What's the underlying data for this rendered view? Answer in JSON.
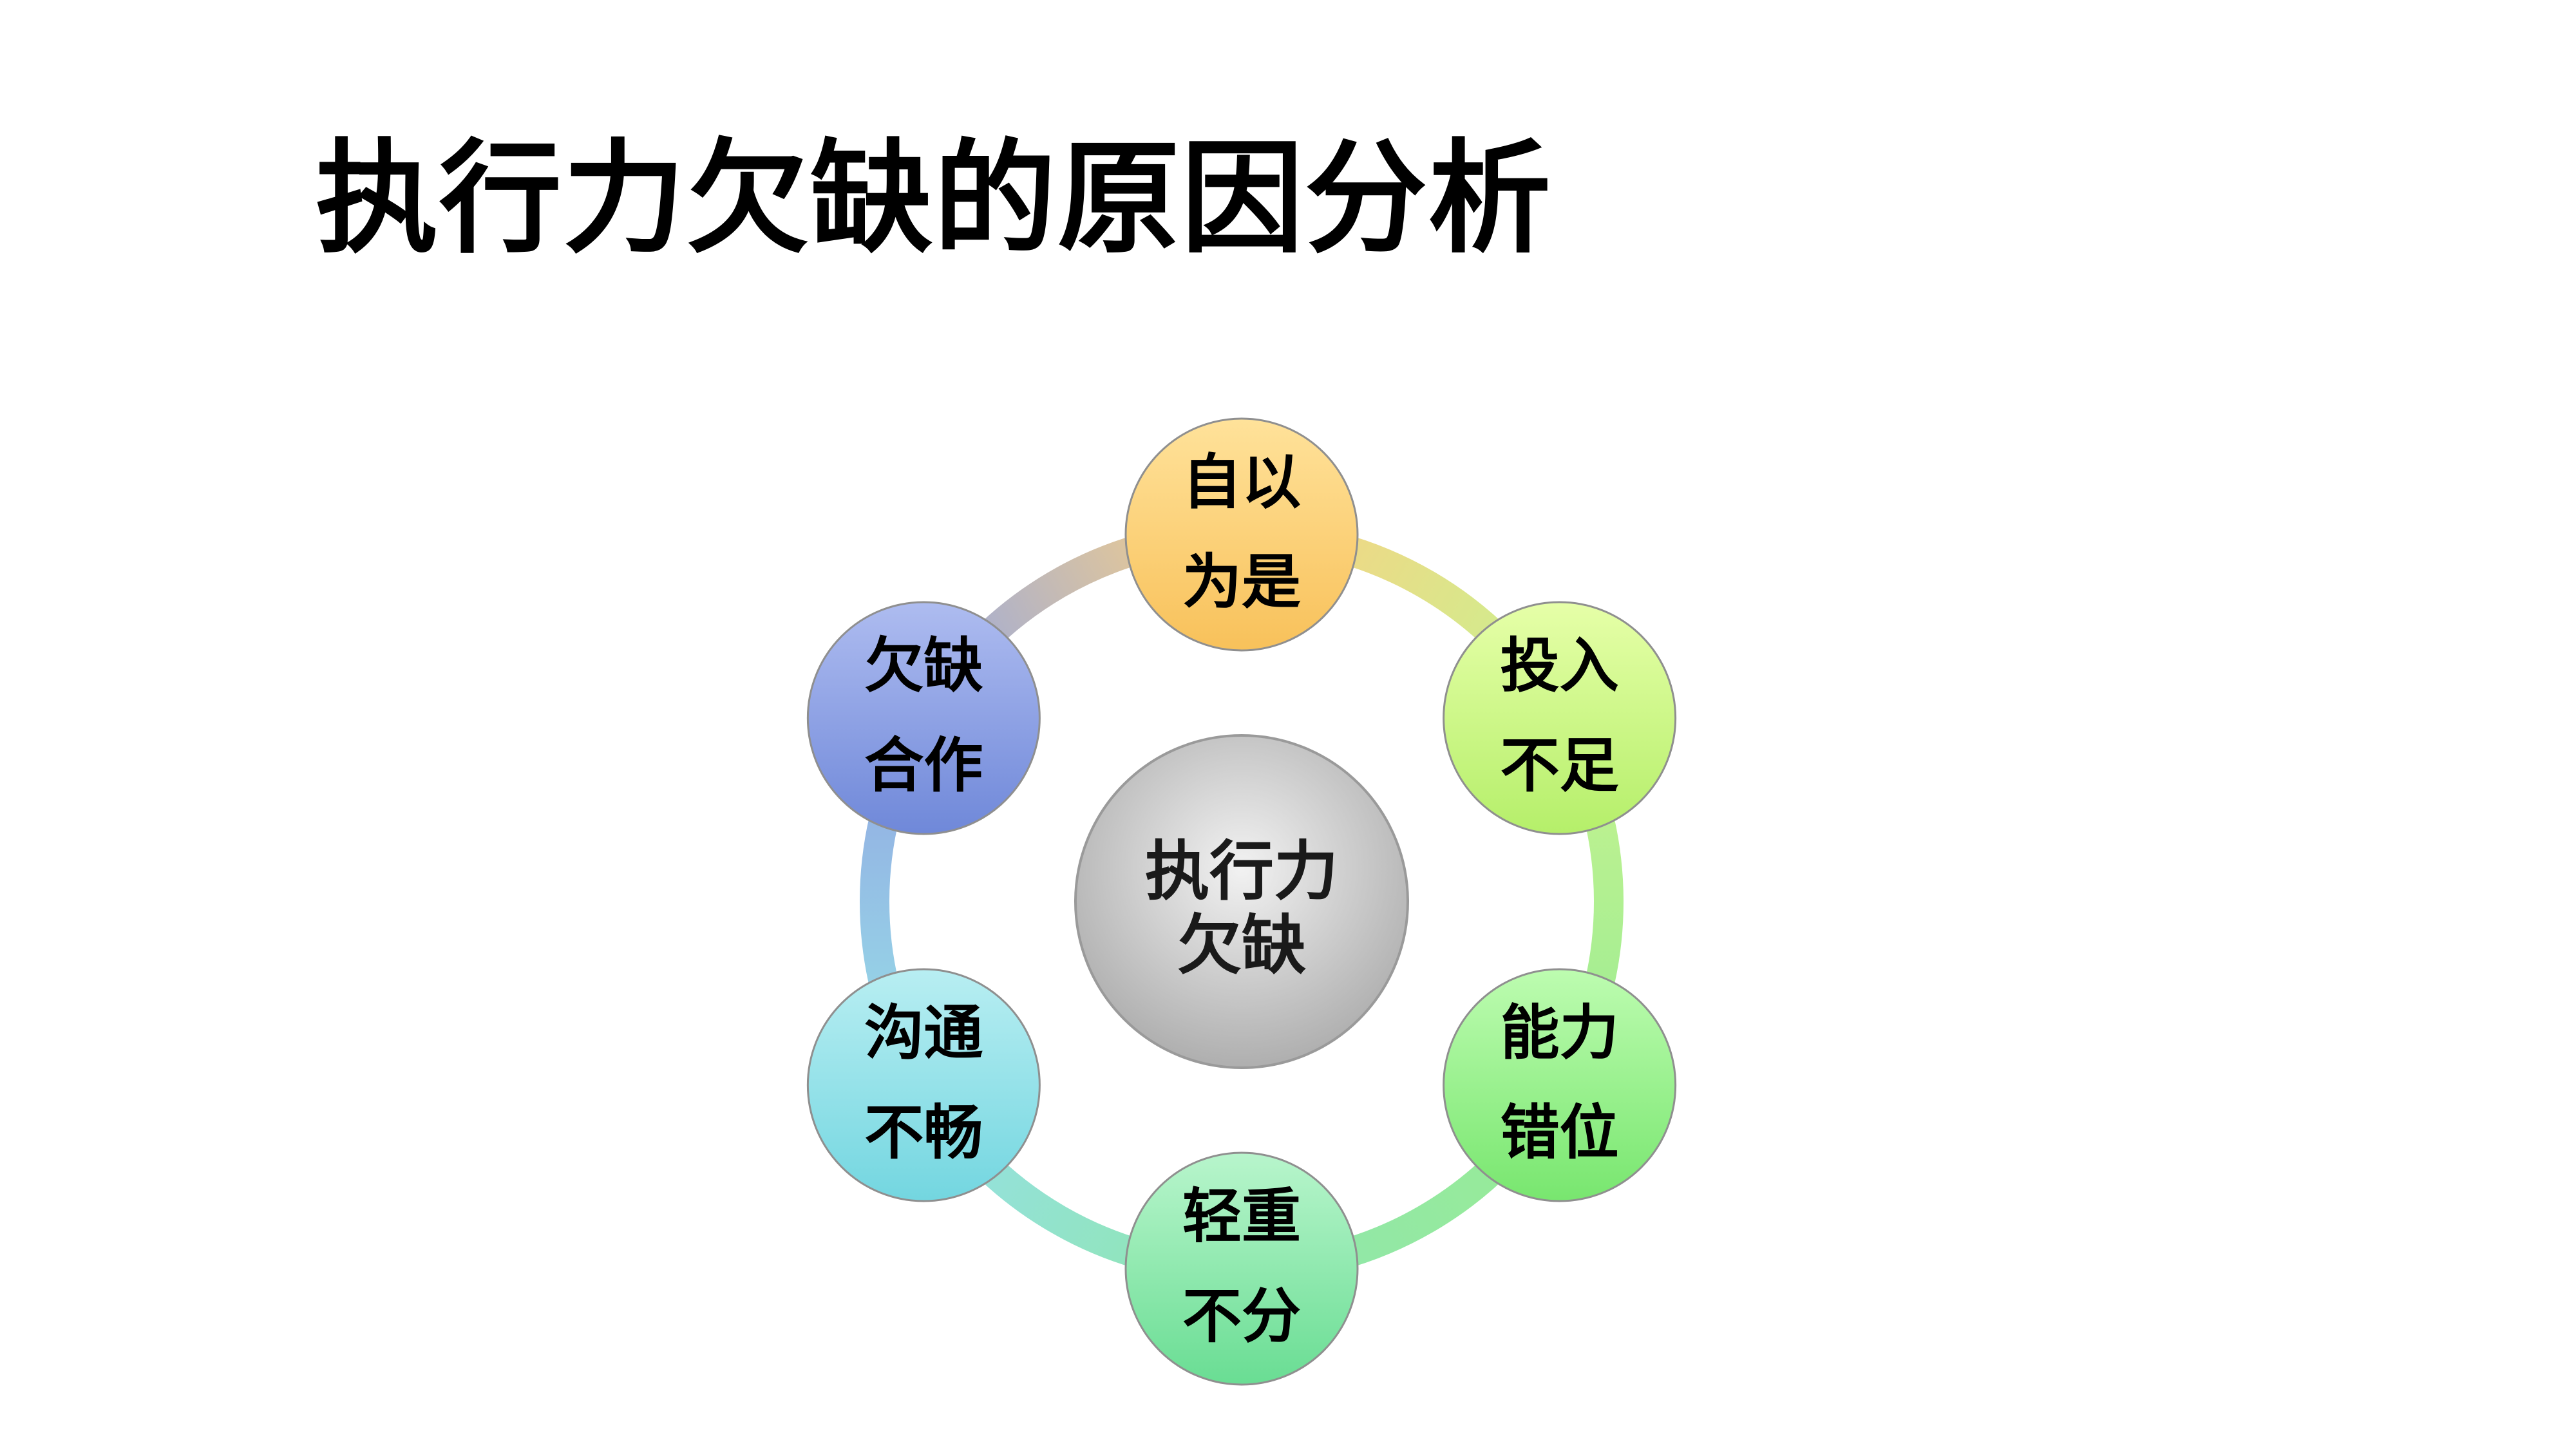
{
  "title": "执行力欠缺的原因分析",
  "center": {
    "line1": "执行力",
    "line2": "欠缺"
  },
  "nodes": [
    {
      "id": "zi-yi-wei-shi",
      "line1": "自以",
      "line2": "为是",
      "color_top": "#ffe29a",
      "color_bottom": "#f8c15a"
    },
    {
      "id": "tou-ru-bu-zu",
      "line1": "投入",
      "line2": "不足",
      "color_top": "#e6ffa8",
      "color_bottom": "#b5ef6a"
    },
    {
      "id": "neng-li-cuo-wei",
      "line1": "能力",
      "line2": "错位",
      "color_top": "#bdfcb0",
      "color_bottom": "#78e66f"
    },
    {
      "id": "qing-zhong-bu-fen",
      "line1": "轻重",
      "line2": "不分",
      "color_top": "#b8f5cc",
      "color_bottom": "#69dd93"
    },
    {
      "id": "gou-tong-bu-chang",
      "line1": "沟通",
      "line2": "不畅",
      "color_top": "#b8eef2",
      "color_bottom": "#73d6e0"
    },
    {
      "id": "qian-que-he-zuo",
      "line1": "欠缺",
      "line2": "合作",
      "color_top": "#aebcf0",
      "color_bottom": "#6f88d9"
    }
  ]
}
